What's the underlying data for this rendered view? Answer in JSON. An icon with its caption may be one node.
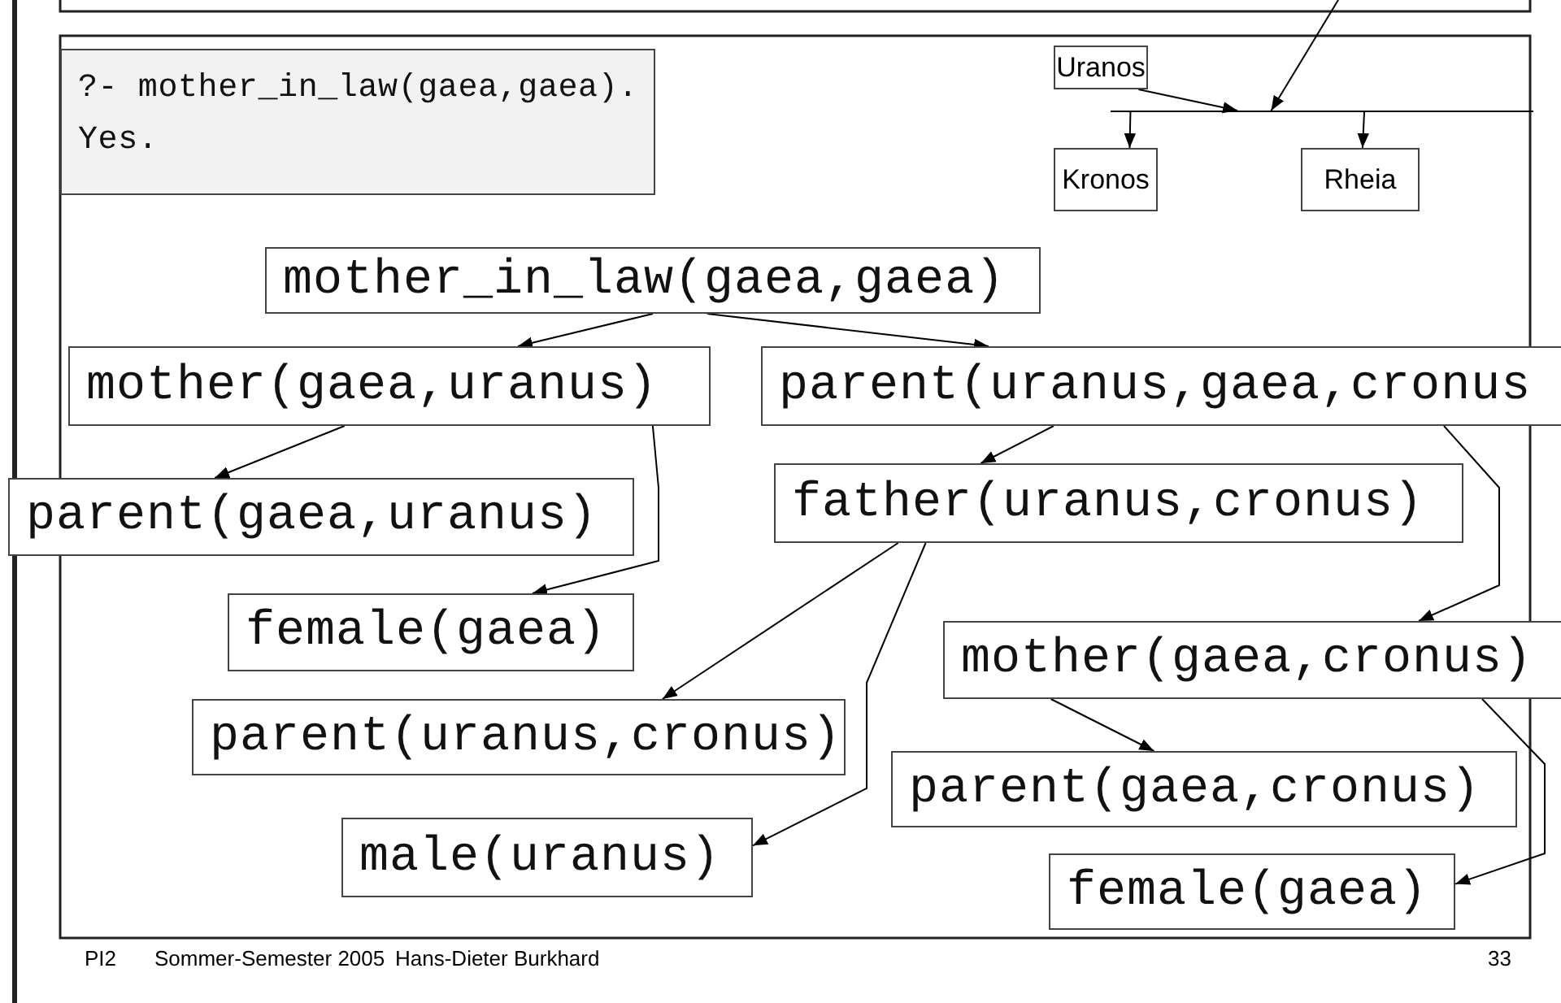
{
  "diagram": {
    "nodes": [
      {
        "text": [
          "Uranos"
        ]
      },
      {
        "text": [],
        "shape": "bar"
      },
      {
        "text": [
          "Kronos"
        ]
      },
      {
        "text": [
          "Rheia"
        ]
      },
      {
        "text": [
          "?- mother_in_law(gaea,gaea).",
          "Yes."
        ]
      },
      {
        "text": [
          "mother_in_law(gaea,gaea)"
        ]
      },
      {
        "text": [
          "mother(gaea,uranus)"
        ]
      },
      {
        "text": [
          "parent(uranus,gaea,cronus"
        ]
      },
      {
        "text": [
          "parent(gaea,uranus)"
        ]
      },
      {
        "text": [
          "father(uranus,cronus)"
        ]
      },
      {
        "text": [
          "female(gaea)"
        ]
      },
      {
        "text": [
          "mother(gaea,cronus)"
        ]
      },
      {
        "text": [
          "parent(uranus,cronus)"
        ]
      },
      {
        "text": [
          "parent(gaea,cronus)"
        ]
      },
      {
        "text": [
          "male(uranus)"
        ]
      },
      {
        "text": [
          "female(gaea)"
        ]
      }
    ],
    "edges": [
      {
        "from": 0,
        "to": 1,
        "arrow": "to"
      },
      {
        "from": null,
        "to": 1,
        "arrow": "to"
      },
      {
        "from": 1,
        "to": 2,
        "arrow": "to"
      },
      {
        "from": 1,
        "to": 3,
        "arrow": "to"
      },
      {
        "from": 5,
        "to": 6,
        "arrow": "to"
      },
      {
        "from": 5,
        "to": 7,
        "arrow": "to"
      },
      {
        "from": 6,
        "to": 8,
        "arrow": "to"
      },
      {
        "from": 6,
        "to": 10,
        "arrow": "to"
      },
      {
        "from": 7,
        "to": 9,
        "arrow": "to"
      },
      {
        "from": 7,
        "to": 11,
        "arrow": "to"
      },
      {
        "from": 9,
        "to": 12,
        "arrow": "to"
      },
      {
        "from": 9,
        "to": 14,
        "arrow": "to"
      },
      {
        "from": 11,
        "to": 13,
        "arrow": "to"
      },
      {
        "from": 11,
        "to": 15,
        "arrow": "to"
      }
    ],
    "labels": [
      "PI2",
      "Sommer-Semester 2005",
      "Hans-Dieter Burkhard",
      "33"
    ]
  }
}
